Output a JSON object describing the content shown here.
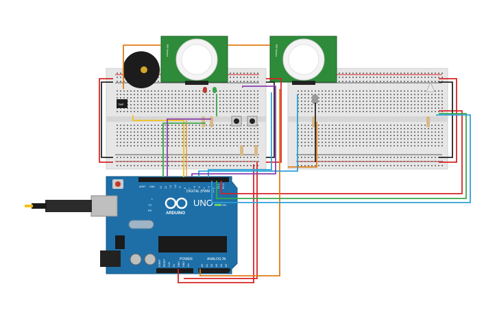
{
  "board": {
    "brand": "ARDUINO",
    "model": "UNO",
    "digital_label": "DIGITAL (PWM ~)",
    "power_label": "POWER",
    "analog_label": "ANALOG IN",
    "tx_label": "TX",
    "rx_label": "RX",
    "l_label": "L",
    "on_label": "ON",
    "aref_label": "AREF",
    "gnd_label": "GND",
    "digital_pins": [
      "13",
      "12",
      "~11",
      "~10",
      "~9",
      "8",
      "7",
      "~6",
      "~5",
      "4",
      "~3",
      "2",
      "TX 1",
      "RX 0"
    ],
    "power_pins": [
      "IOREF",
      "RESET",
      "3.3V",
      "5V",
      "GND",
      "GND",
      "Vin"
    ],
    "analog_pins": [
      "A0",
      "A1",
      "A2",
      "A3",
      "A4",
      "A5"
    ]
  },
  "sensors": {
    "pir_left_label": "PIR Sensor",
    "pir_right_label": "PIR Sensor",
    "temp_label": "TMP"
  },
  "colors": {
    "board": "#1e6fa8",
    "breadboard": "#e8e8e8",
    "pir_green": "#2e8b3a",
    "wire_red": "#d62222",
    "wire_orange": "#e07b12",
    "wire_green": "#3aa64a",
    "wire_blue": "#2aa0d8",
    "wire_purple": "#8a3fb0",
    "wire_yellow": "#f2c21b",
    "wire_black": "#222222"
  }
}
